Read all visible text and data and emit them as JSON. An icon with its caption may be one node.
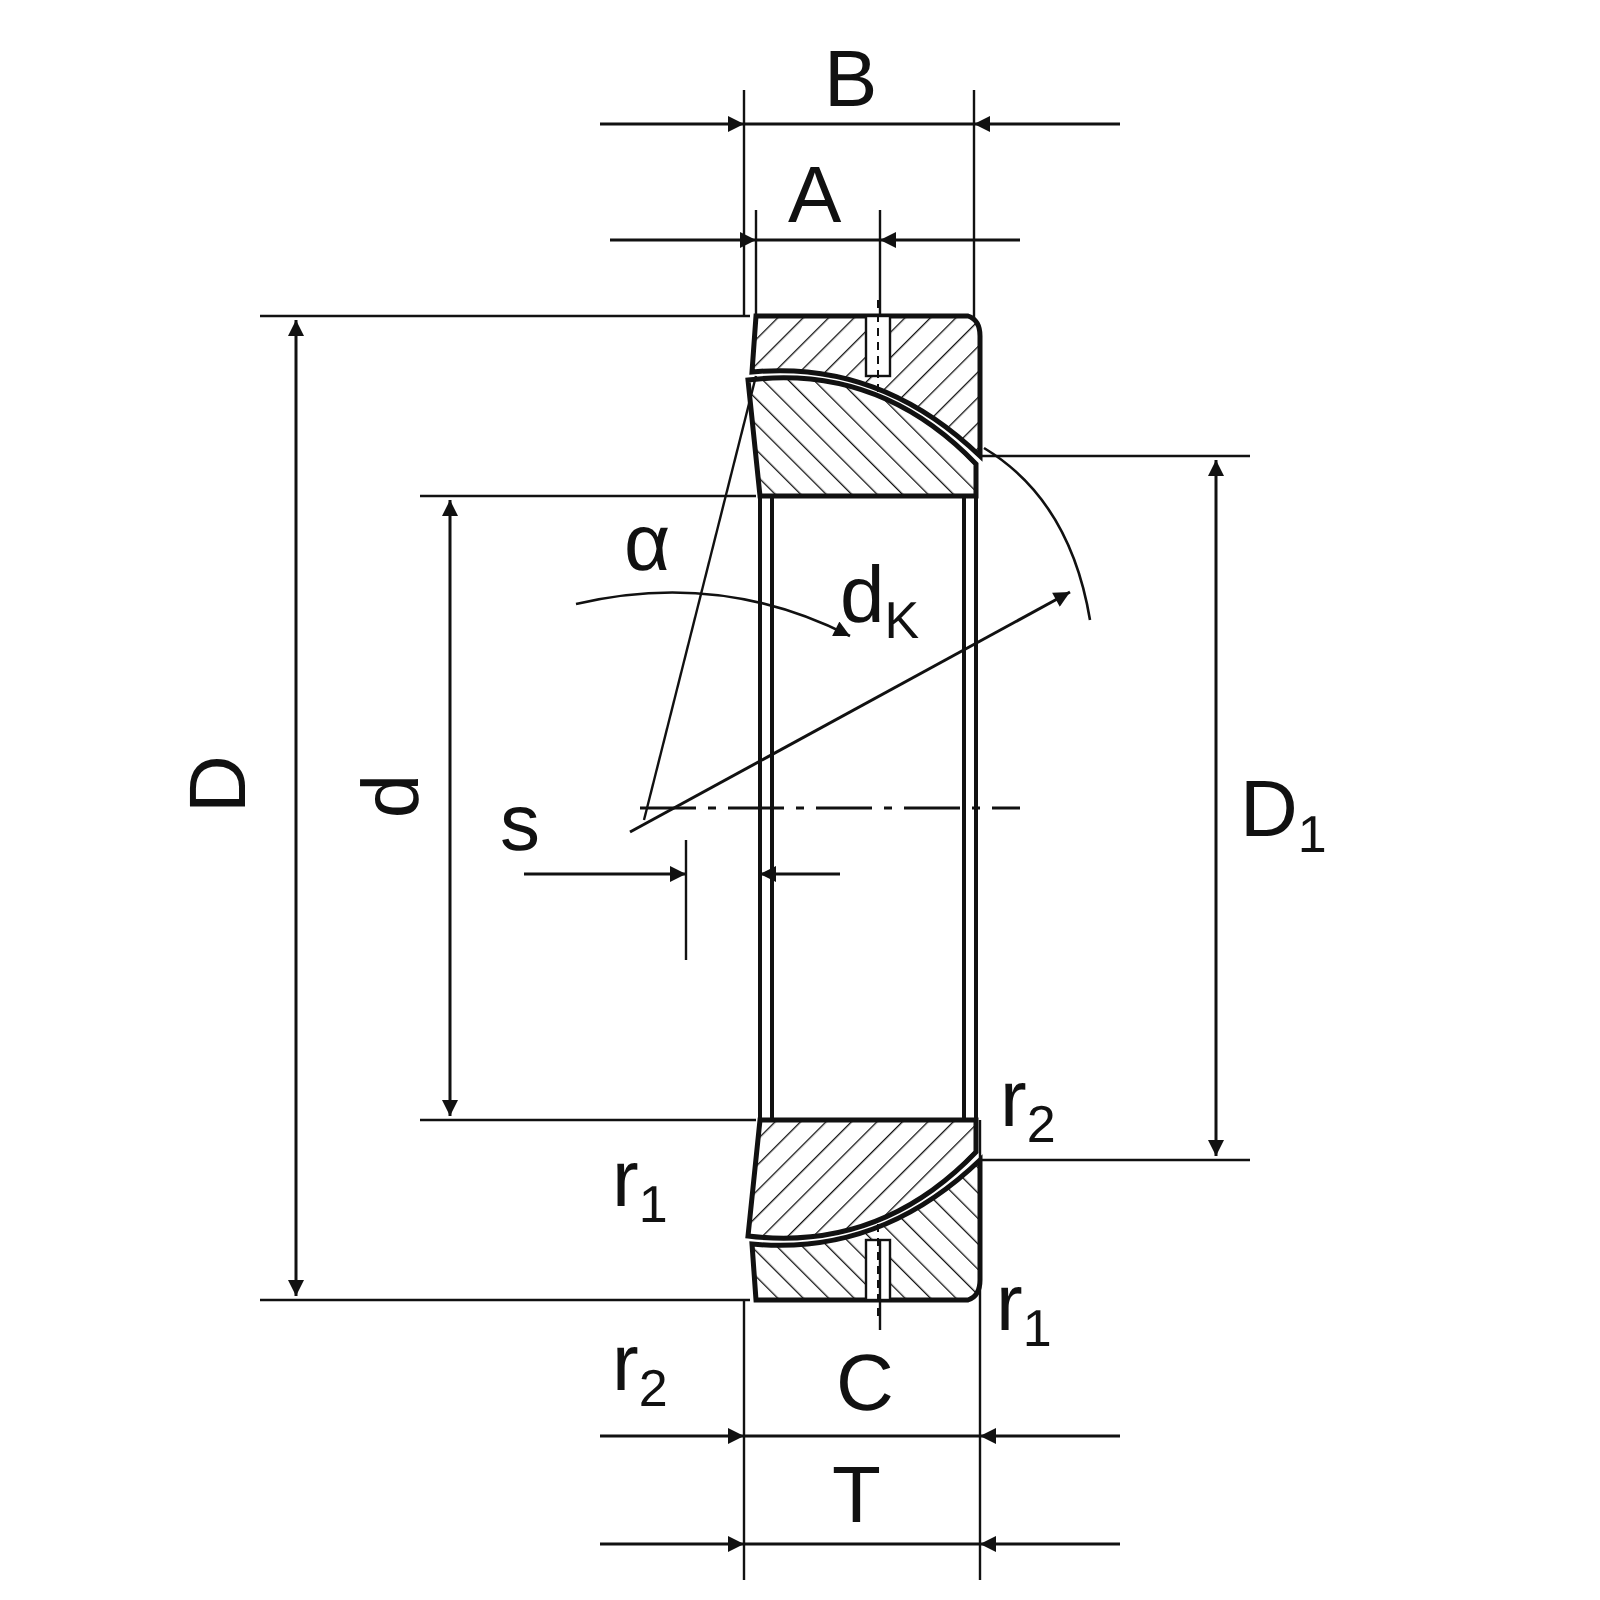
{
  "diagram": {
    "labels": [
      "B",
      "A",
      "α",
      "d$_{K}$",
      "D",
      "d",
      "D$_{1}$",
      "s",
      "r$_{2}$",
      "r$_{1}$",
      "r$_{1}$",
      "r$_{2}$",
      "C",
      "T"
    ]
  }
}
